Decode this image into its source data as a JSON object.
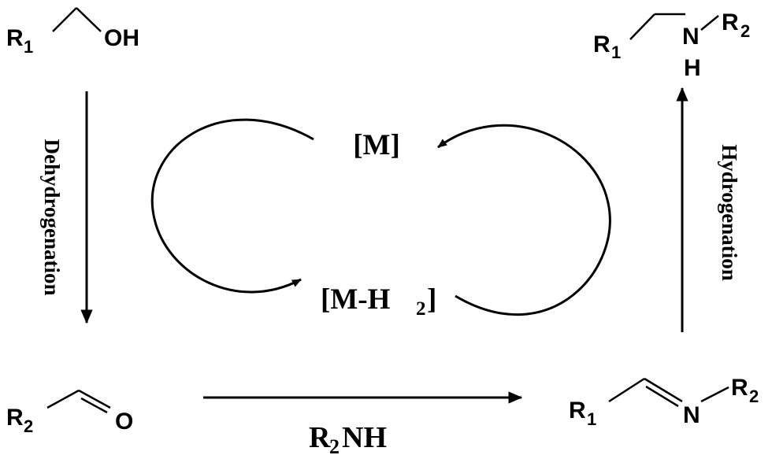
{
  "molecules": {
    "alcohol": {
      "r": "R",
      "r_sub": "1",
      "oh": "OH"
    },
    "aldehyde": {
      "r": "R",
      "r_sub": "2",
      "o": "O"
    },
    "imine": {
      "r1": "R",
      "r1_sub": "1",
      "n": "N",
      "r2": "R",
      "r2_sub": "2"
    },
    "amine": {
      "r1": "R",
      "r1_sub": "1",
      "n": "N",
      "h": "H",
      "r2": "R",
      "r2_sub": "2"
    }
  },
  "labels": {
    "dehydrogenation": "Dehydrogenation",
    "hydrogenation": "Hydrogenation",
    "reagent_main": "R",
    "reagent_sub": "2",
    "reagent_tail": "NH"
  },
  "catalyst": {
    "m": "[M]",
    "mh2_main": "[M-H",
    "mh2_sub": "2",
    "mh2_tail": "]"
  }
}
